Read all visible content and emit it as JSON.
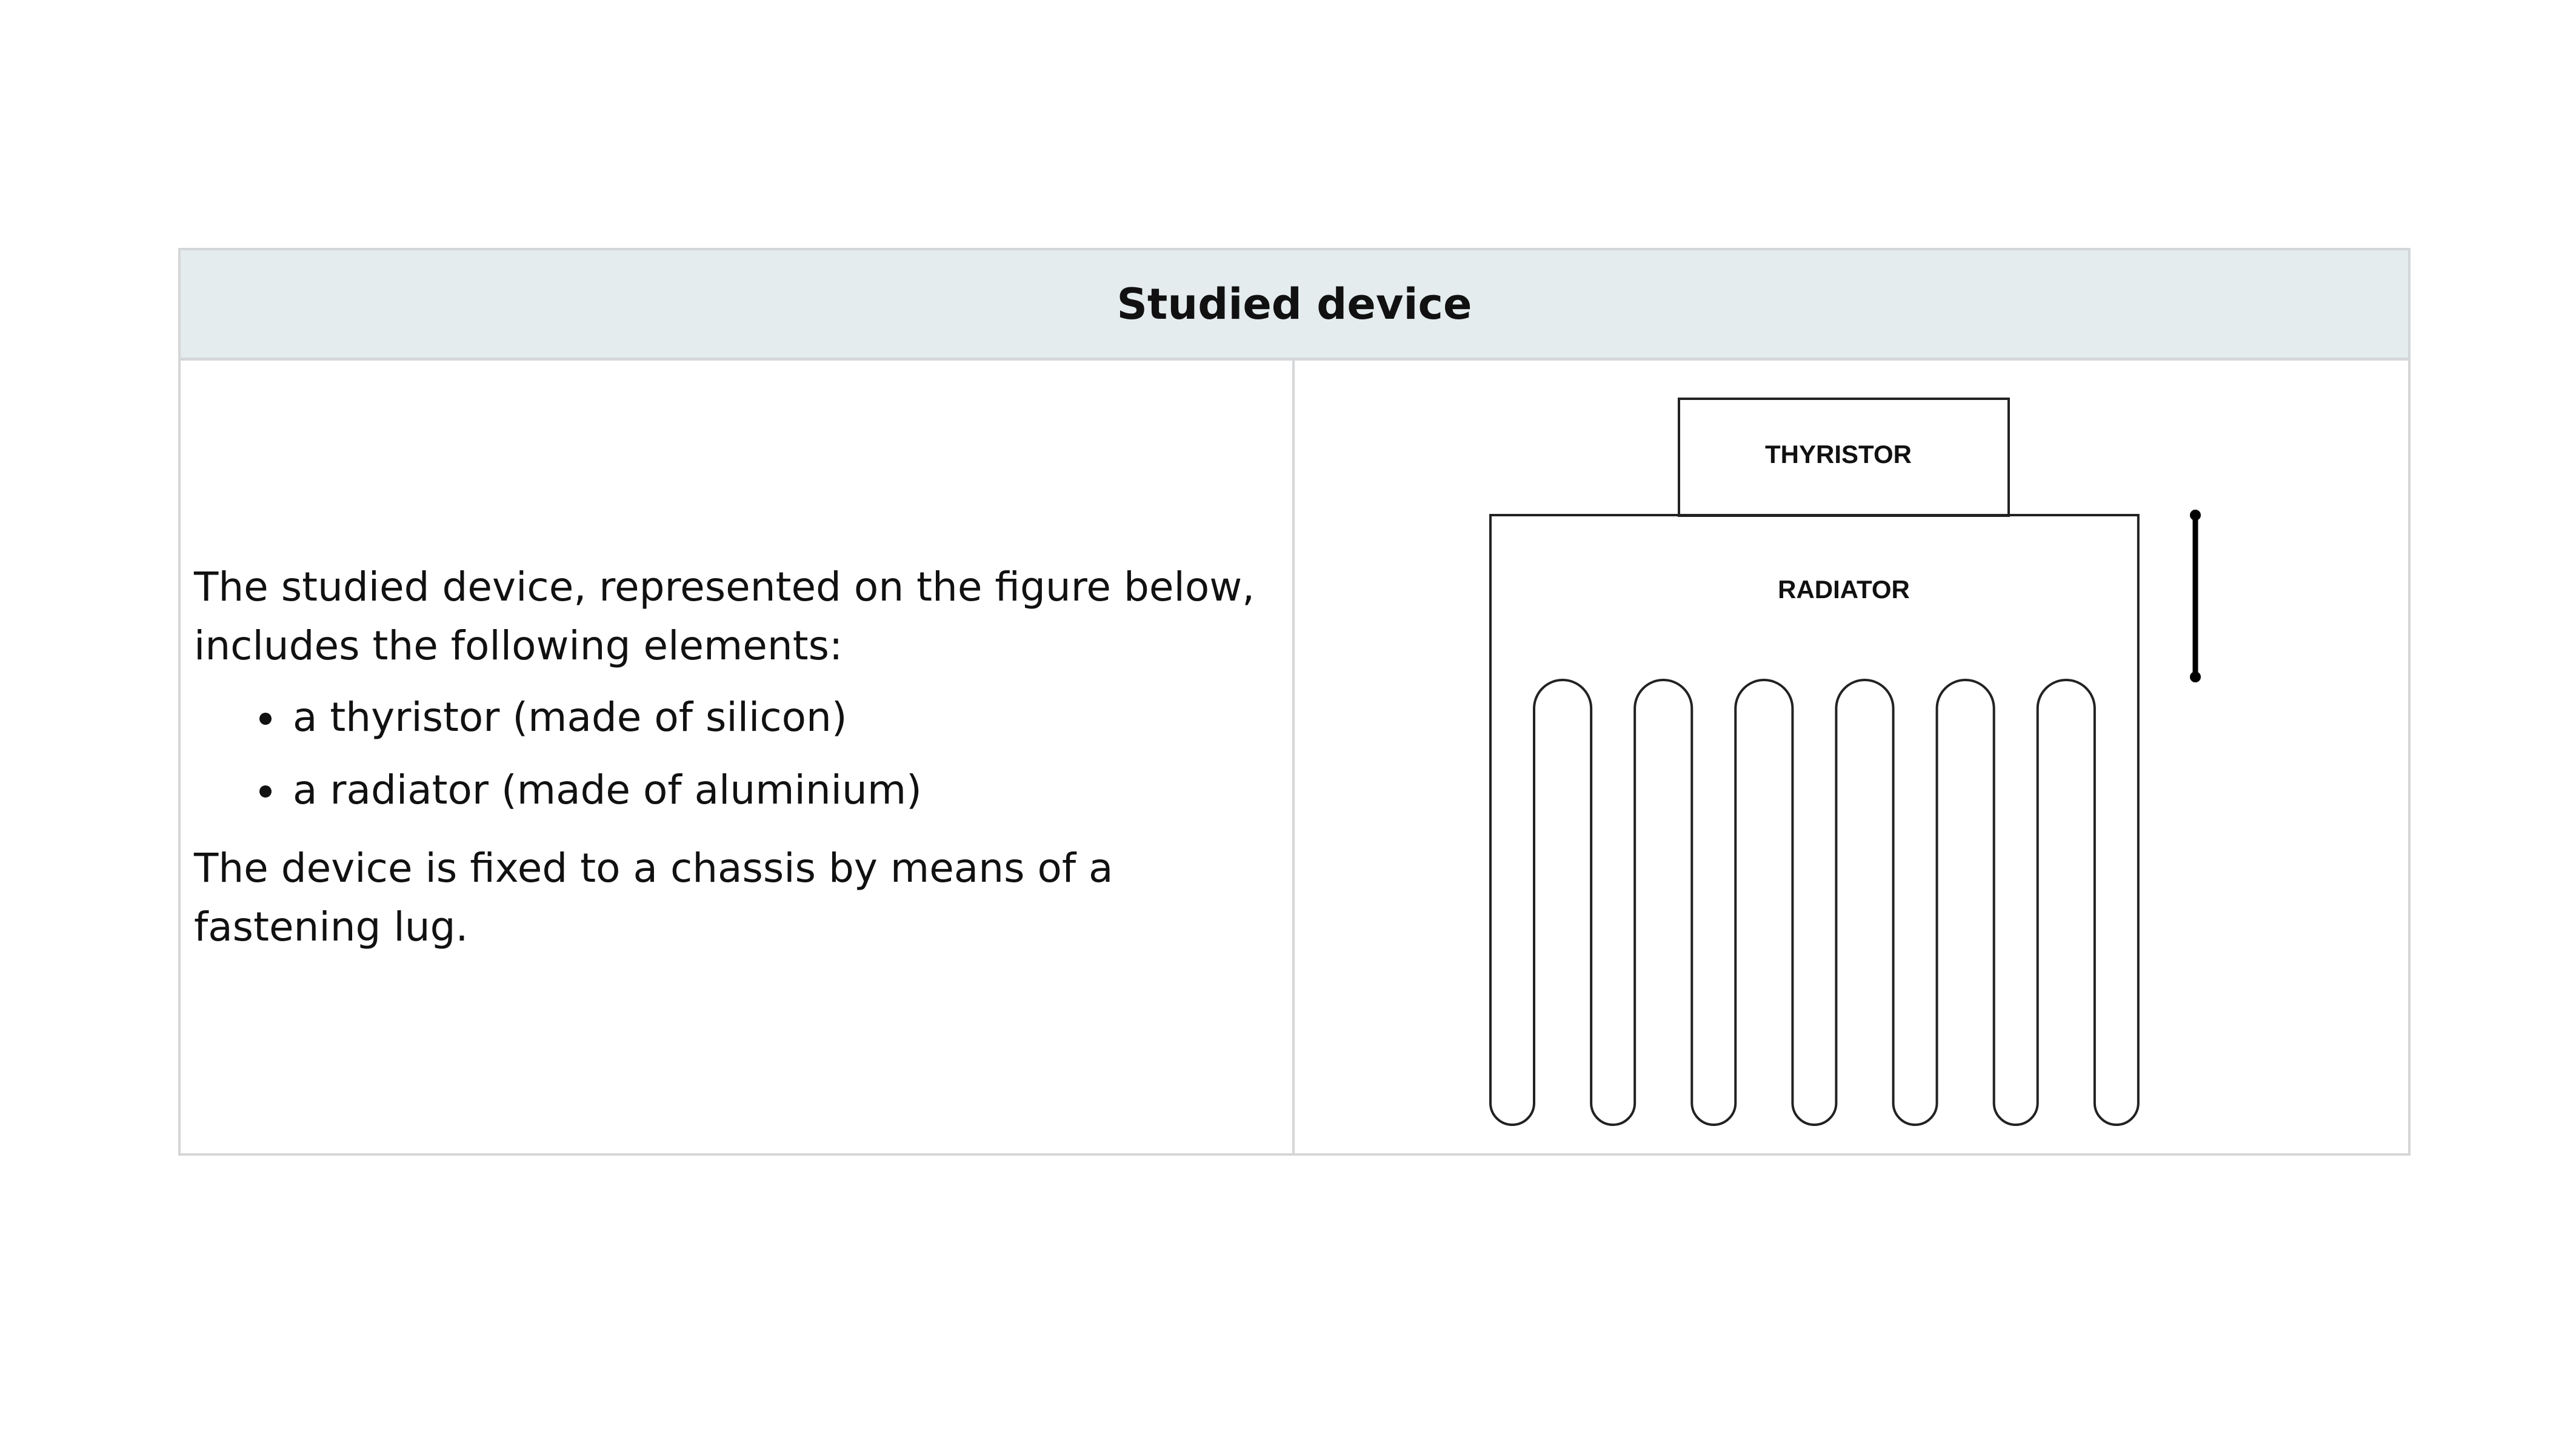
{
  "header": {
    "title": "Studied device"
  },
  "description": {
    "intro": "The studied device, represented on the figure below, includes the following elements:",
    "items": [
      "a thyristor (made of silicon)",
      "a radiator (made of aluminium)"
    ],
    "outro": "The device is fixed to a chassis by means of a fastening lug."
  },
  "figure": {
    "thyristor_label": "THYRISTOR",
    "radiator_label": "RADIATOR",
    "fin_count": 6
  }
}
